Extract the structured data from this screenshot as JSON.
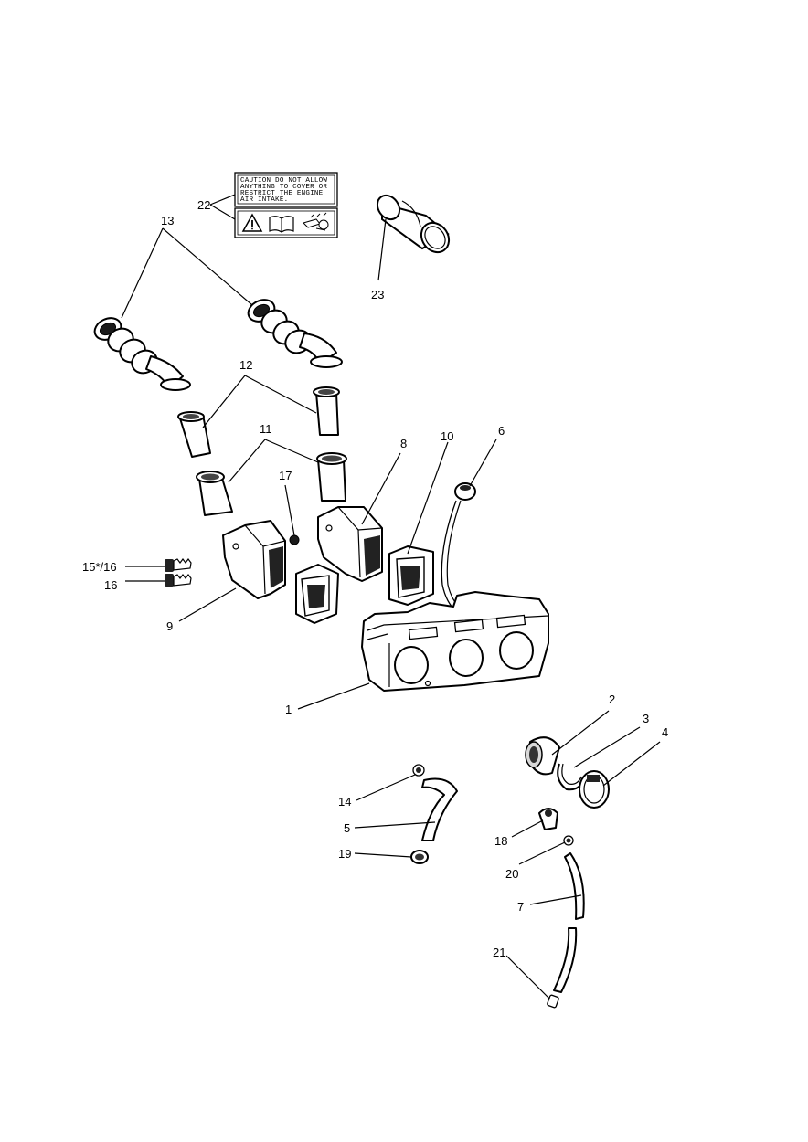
{
  "caution_label": {
    "lines": [
      "CAUTION DO NOT ALLOW",
      "ANYTHING TO COVER OR",
      "RESTRICT THE ENGINE",
      "AIR INTAKE."
    ]
  },
  "callouts": {
    "c1": "1",
    "c2": "2",
    "c3": "3",
    "c4": "4",
    "c5": "5",
    "c6": "6",
    "c7": "7",
    "c8": "8",
    "c9": "9",
    "c10": "10",
    "c11": "11",
    "c12": "12",
    "c13": "13",
    "c14": "14",
    "c15_16": "15*/16",
    "c16": "16",
    "c17": "17",
    "c18": "18",
    "c19": "19",
    "c20": "20",
    "c21": "21",
    "c22": "22",
    "c23": "23"
  }
}
